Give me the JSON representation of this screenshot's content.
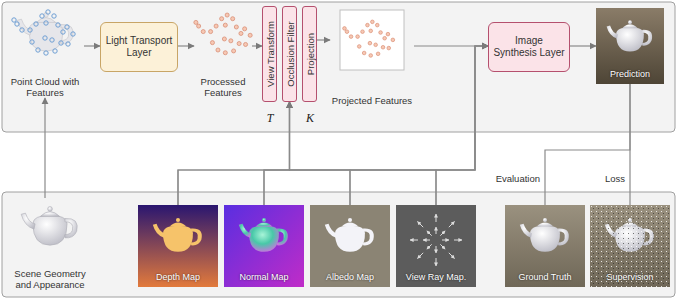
{
  "diagram": {
    "nodes": [
      {
        "text": [
          "Point Cloud with Features"
        ]
      },
      {
        "text": [
          "Light Transport Layer"
        ]
      },
      {
        "text": [
          "Processed Features"
        ]
      },
      {
        "text": [
          "View Transform"
        ]
      },
      {
        "text": [
          "Occlusion Filter"
        ]
      },
      {
        "text": [
          "Projection"
        ]
      },
      {
        "text": [
          "Projected Features"
        ]
      },
      {
        "text": [
          "Image Synthesis Layer"
        ]
      },
      {
        "text": [
          "Prediction"
        ]
      },
      {
        "text": [
          "Scene Geometry and Appearance"
        ]
      },
      {
        "text": [
          "Depth Map"
        ]
      },
      {
        "text": [
          "Normal Map"
        ]
      },
      {
        "text": [
          "Albedo Map"
        ]
      },
      {
        "text": [
          "View Ray Map."
        ]
      },
      {
        "text": [
          "Ground Truth"
        ]
      },
      {
        "text": [
          "Supervision"
        ]
      }
    ],
    "edges": [
      {
        "from": 0,
        "to": 1,
        "arrow": "to"
      },
      {
        "from": 1,
        "to": 2,
        "arrow": "to"
      },
      {
        "from": 2,
        "to": 3,
        "arrow": "to"
      },
      {
        "from": 5,
        "to": 6,
        "arrow": "to"
      },
      {
        "from": 6,
        "to": 7,
        "arrow": "to"
      },
      {
        "from": 7,
        "to": 8,
        "arrow": "to"
      },
      {
        "from": 9,
        "to": 0,
        "arrow": "to"
      },
      {
        "from": 10,
        "to": 4,
        "arrow": "to"
      },
      {
        "from": 11,
        "to": 4,
        "arrow": "to"
      },
      {
        "from": 12,
        "to": 4,
        "arrow": "to"
      },
      {
        "from": 13,
        "to": 4,
        "arrow": "to"
      },
      {
        "from": 10,
        "to": 7,
        "arrow": "to"
      },
      {
        "from": 11,
        "to": 7,
        "arrow": "to"
      },
      {
        "from": 12,
        "to": 7,
        "arrow": "to"
      },
      {
        "from": 13,
        "to": 7,
        "arrow": "to"
      },
      {
        "from": 8,
        "to": 14,
        "arrow": "none",
        "label": "Evaluation"
      },
      {
        "from": 8,
        "to": 15,
        "arrow": "none",
        "label": "Loss"
      }
    ],
    "labels": [
      "T",
      "K"
    ]
  }
}
